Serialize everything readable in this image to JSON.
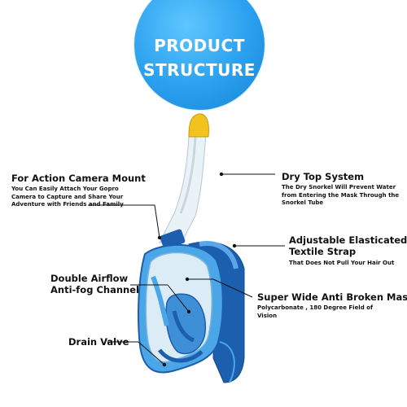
{
  "title": {
    "line1": "PRODUCT",
    "line2": "STRUCTURE"
  },
  "annotations": {
    "camera_mount": {
      "heading": "For Action Camera Mount",
      "lines": [
        "You Can Easily Attach Your Gopro",
        "Camera to Capture and Share Your",
        "Adventure with Friends and Family"
      ]
    },
    "dry_top": {
      "heading": "Dry Top System",
      "lines": [
        "The Dry Snorkel Will Prevent Water",
        "from Entering the Mask Through the",
        "Snorkel Tube"
      ]
    },
    "strap": {
      "heading_line1": "Adjustable Elasticated",
      "heading_line2": "Textile Strap",
      "sub": "That Does Not Pull Your Hair Out"
    },
    "airflow": {
      "heading_line1": "Double Airflow",
      "heading_line2": "Anti-fog Channel"
    },
    "mask": {
      "heading": "Super Wide Anti Broken Mask",
      "lines": [
        "Polycarbonate , 180 Degree Field of",
        "Vision"
      ]
    },
    "drain": {
      "heading": "Drain Valve"
    }
  },
  "colors": {
    "title_circle": "#2aa0ee",
    "mask_blue": "#4aa6e6",
    "mask_dark": "#1c5fae",
    "snorkel_tip": "#f2c31f"
  }
}
